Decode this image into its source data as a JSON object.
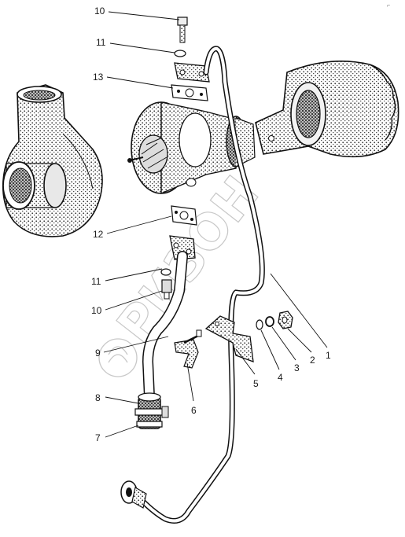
{
  "diagram": {
    "corner_mark": "⌐",
    "watermark": "РИЗОН",
    "callouts": [
      {
        "id": "c10a",
        "text": "10"
      },
      {
        "id": "c11a",
        "text": "11"
      },
      {
        "id": "c13",
        "text": "13"
      },
      {
        "id": "c12",
        "text": "12"
      },
      {
        "id": "c11b",
        "text": "11"
      },
      {
        "id": "c10b",
        "text": "10"
      },
      {
        "id": "c9",
        "text": "9"
      },
      {
        "id": "c8",
        "text": "8"
      },
      {
        "id": "c7",
        "text": "7"
      },
      {
        "id": "c6",
        "text": "6"
      },
      {
        "id": "c5",
        "text": "5"
      },
      {
        "id": "c4",
        "text": "4"
      },
      {
        "id": "c3",
        "text": "3"
      },
      {
        "id": "c2",
        "text": "2"
      },
      {
        "id": "c1",
        "text": "1"
      }
    ]
  }
}
